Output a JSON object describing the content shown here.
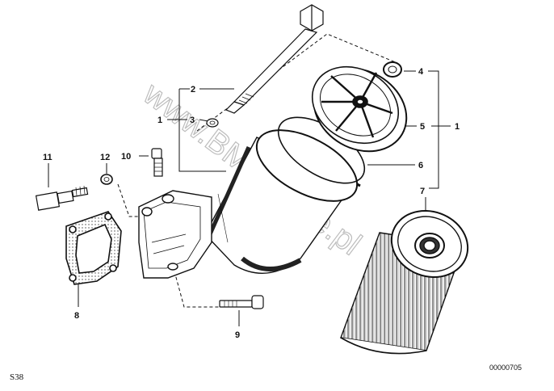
{
  "diagram": {
    "callouts": [
      {
        "id": "c1a",
        "text": "1"
      },
      {
        "id": "c2",
        "text": "2"
      },
      {
        "id": "c3",
        "text": "3"
      },
      {
        "id": "c4",
        "text": "4"
      },
      {
        "id": "c5",
        "text": "5"
      },
      {
        "id": "c1b",
        "text": "1"
      },
      {
        "id": "c6",
        "text": "6"
      },
      {
        "id": "c7",
        "text": "7"
      },
      {
        "id": "c8",
        "text": "8"
      },
      {
        "id": "c9",
        "text": "9"
      },
      {
        "id": "c10",
        "text": "10"
      },
      {
        "id": "c11",
        "text": "11"
      },
      {
        "id": "c12",
        "text": "12"
      }
    ],
    "watermark": "www.BMWstore.pl",
    "corner_code": "S38",
    "drawing_number": "00000705"
  }
}
